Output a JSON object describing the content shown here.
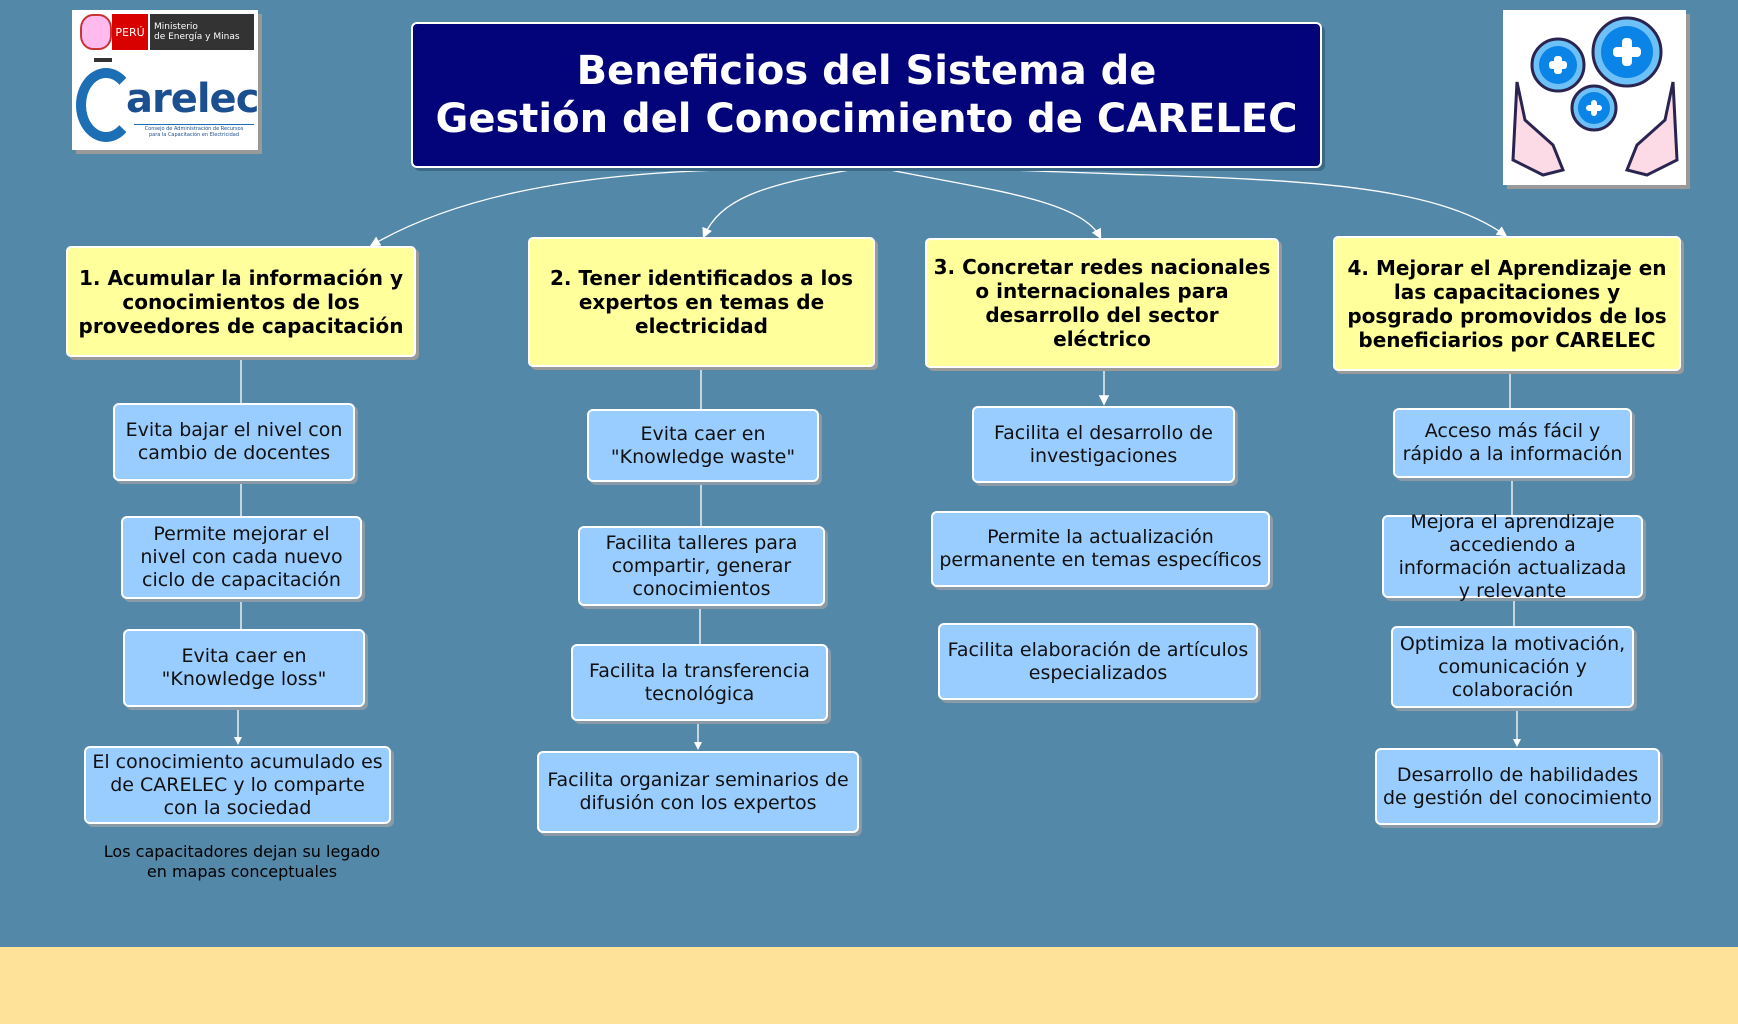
{
  "title": {
    "line1": "Beneficios del Sistema de",
    "line2": "Gestión del Conocimiento de CARELEC"
  },
  "logo": {
    "country": "PERÚ",
    "ministry_line1": "Ministerio",
    "ministry_line2": "de Energía y Minas",
    "brand": "Carelec",
    "brand_sub1": "Consejo de Administración de Recursos",
    "brand_sub2": "para la Capacitación en Electricidad"
  },
  "colors": {
    "background": "#5488a8",
    "title_bg": "#03037a",
    "header_bg": "#ffff9c",
    "node_bg": "#99ccff",
    "band": "#ffe29a"
  },
  "columns": [
    {
      "header": "1. Acumular la información y conocimientos de los proveedores de capacitación",
      "items": [
        "Evita bajar el nivel con cambio de docentes",
        "Permite mejorar el nivel con cada nuevo ciclo de capacitación",
        "Evita caer en \"Knowledge loss\"",
        "El conocimiento acumulado es de CARELEC y lo comparte con la sociedad"
      ],
      "caption": "Los capacitadores dejan su legado en mapas conceptuales"
    },
    {
      "header": "2. Tener identificados a los expertos en temas de electricidad",
      "items": [
        "Evita caer en \"Knowledge waste\"",
        "Facilita talleres para compartir, generar conocimientos",
        "Facilita la transferencia tecnológica",
        "Facilita organizar seminarios de difusión con los expertos"
      ]
    },
    {
      "header": "3. Concretar redes nacionales o internacionales para desarrollo del sector eléctrico",
      "items": [
        "Facilita el desarrollo de investigaciones",
        "Permite la actualización permanente en temas específicos",
        "Facilita elaboración de artículos especializados"
      ]
    },
    {
      "header": "4. Mejorar el Aprendizaje en las capacitaciones y posgrado promovidos de los beneficiarios por CARELEC",
      "items": [
        "Acceso más fácil y rápido a la información",
        "Mejora el aprendizaje accediendo a información actualizada y relevante",
        "Optimiza la motivación, comunicación y colaboración",
        "Desarrollo de habilidades de gestión del conocimiento"
      ]
    }
  ]
}
